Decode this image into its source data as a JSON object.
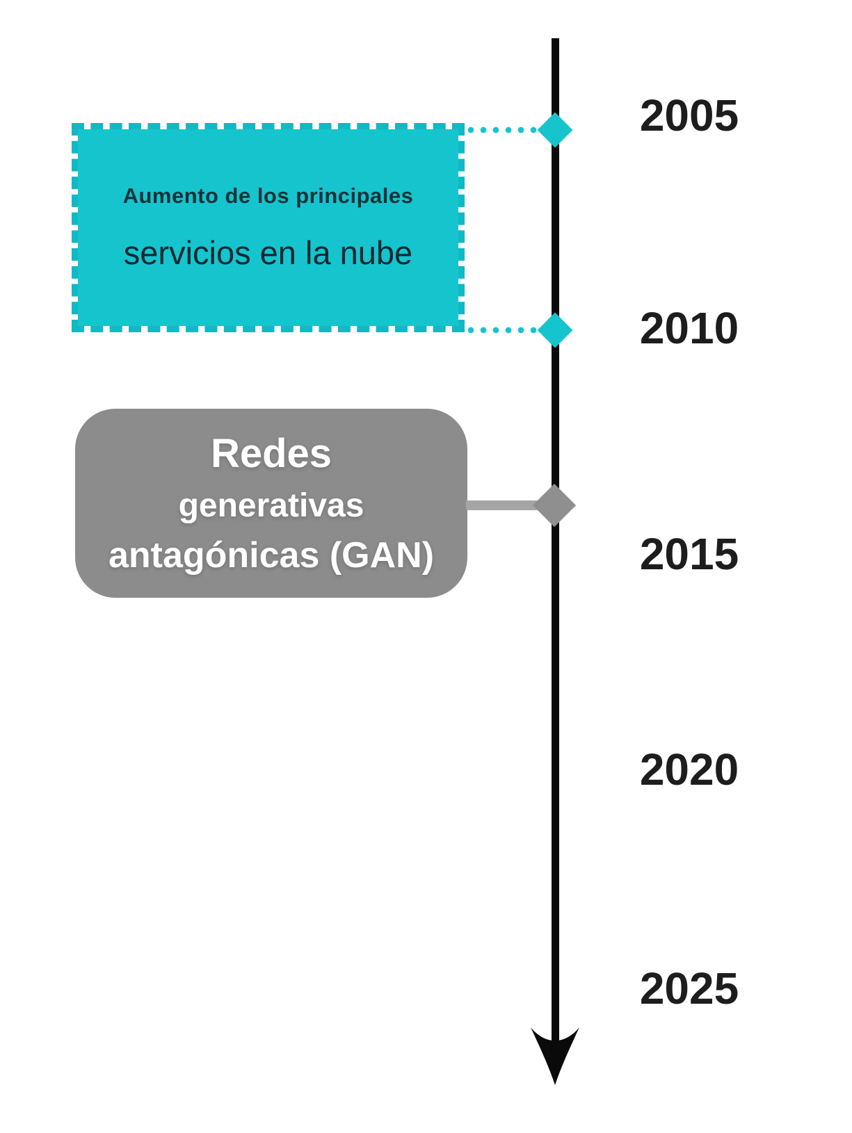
{
  "diagram_type": "vertical-timeline",
  "timeline": {
    "years": [
      "2005",
      "2010",
      "2015",
      "2020",
      "2025"
    ],
    "axis_direction": "downward-arrow"
  },
  "events": {
    "cloud_services": {
      "line1": "Aumento de los principales",
      "line2": "servicios en la nube",
      "connected_years": [
        "2005",
        "2010"
      ],
      "marker_style": "teal-diamond, dotted connectors, dashed box"
    },
    "gan": {
      "line1": "Redes",
      "line2": "generativas",
      "line3": "antagónicas (GAN)",
      "marker_position": "between 2010 and 2015",
      "marker_style": "gray-diamond, solid connector, rounded gray box"
    }
  },
  "colors": {
    "teal_fill": "#16c4ce",
    "teal_border": "#10b9c3",
    "gray_box": "#8c8c8c",
    "gray_diamond": "#8f8f8f",
    "gray_connector": "#a5a5a5",
    "axis_black": "#0a0a0a",
    "year_text": "#1d1d1d",
    "cloud_text": "#16323b",
    "gan_text": "#ffffff"
  }
}
